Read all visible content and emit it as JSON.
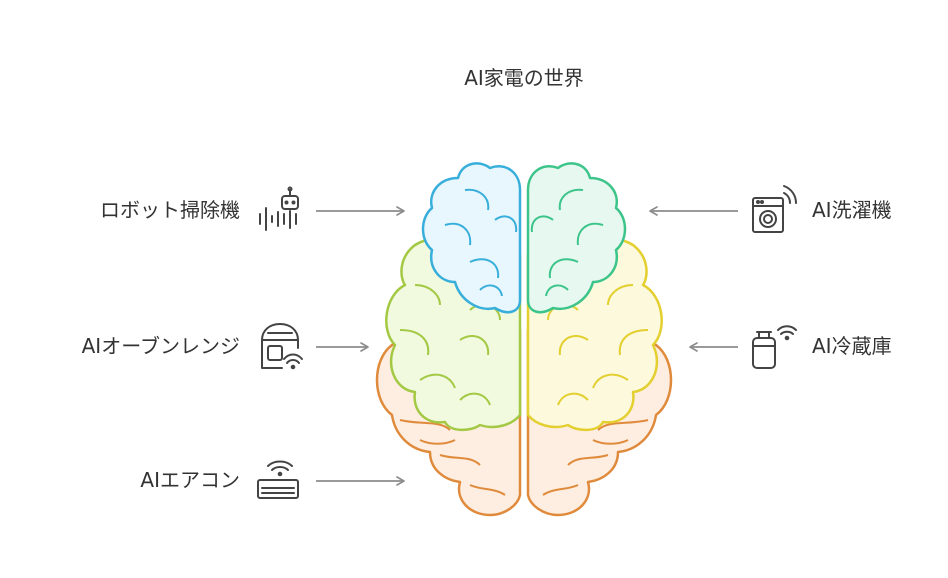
{
  "title": "AI家電の世界",
  "left_items": [
    {
      "label": "ロボット掃除機",
      "icon": "robot-icon"
    },
    {
      "label": "AIオーブンレンジ",
      "icon": "oven-wifi-icon"
    },
    {
      "label": "AIエアコン",
      "icon": "air-conditioner-icon"
    }
  ],
  "right_items": [
    {
      "label": "AI洗濯機",
      "icon": "washing-machine-wifi-icon"
    },
    {
      "label": "AI冷蔵庫",
      "icon": "refrigerator-wifi-icon"
    }
  ],
  "colors": {
    "text": "#333333",
    "arrow": "#8c8c8c",
    "icon": "#444444",
    "lobe_blue": "#38aedb",
    "lobe_blue_fill": "#e8f7fd",
    "lobe_teal": "#3cc48a",
    "lobe_teal_fill": "#e6f8ef",
    "lobe_green": "#a3c944",
    "lobe_green_fill": "#f1f9de",
    "lobe_yellow": "#e3cf30",
    "lobe_yellow_fill": "#fdf9dc",
    "lobe_orange": "#e08a3c",
    "lobe_orange_fill": "#fdeee1"
  }
}
